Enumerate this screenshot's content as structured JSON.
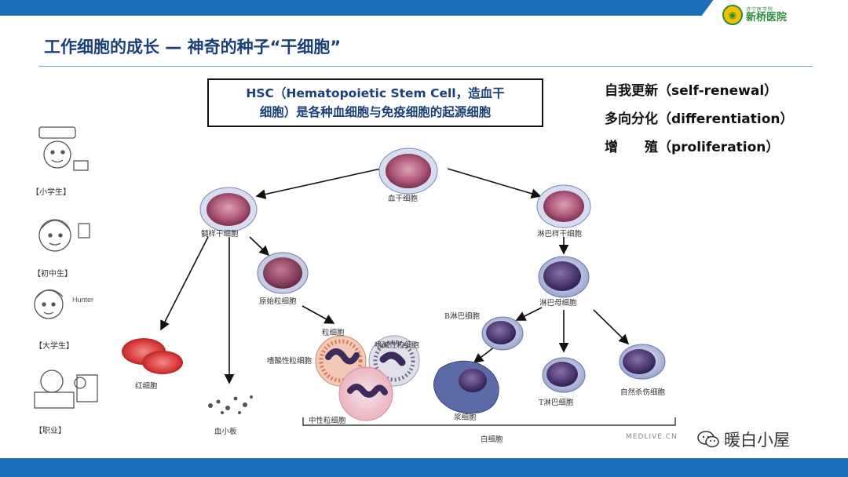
{
  "header": {
    "logo_small": "济宁医学院",
    "logo_name": "新桥医院",
    "title": "工作细胞的成长 — 神奇的种子“干细胞”"
  },
  "hsc_box": {
    "line1": "HSC（Hematopoietic Stem Cell，造血干",
    "line2": "细胞）是各种血细胞与免疫细胞的起源细胞"
  },
  "properties": [
    "自我更新（self-renewal）",
    "多向分化（differentiation）",
    "增　　殖（proliferation）"
  ],
  "sketch_labels": [
    "【小学生】",
    "【初中生】",
    "【大学生】",
    "【职业】"
  ],
  "cells": {
    "hsc": "血干细胞",
    "myeloid_stem": "髓样干细胞",
    "lymphoid_stem": "淋巴样干细胞",
    "myeloblast": "原始粒细胞",
    "granulocyte": "粒细胞",
    "basophil": "嗜碱性粒细胞",
    "eosinophil": "嗜酸性粒细胞",
    "neutrophil": "中性粒细胞",
    "rbc": "红细胞",
    "platelet": "血小板",
    "lymphoblast": "淋巴母细胞",
    "b_cell": "B淋巴细胞",
    "plasma_cell": "浆细胞",
    "t_cell": "T淋巴细胞",
    "nk_cell": "自然杀伤细胞",
    "wbc": "白细胞"
  },
  "watermark": "MEDLIVE.CN",
  "wechat_name": "暖白小屋",
  "colors": {
    "brand_blue": "#1c6fb8",
    "title_blue": "#1a3f7a",
    "logo_green": "#2c8c3a",
    "logo_yellow": "#f2c200"
  }
}
